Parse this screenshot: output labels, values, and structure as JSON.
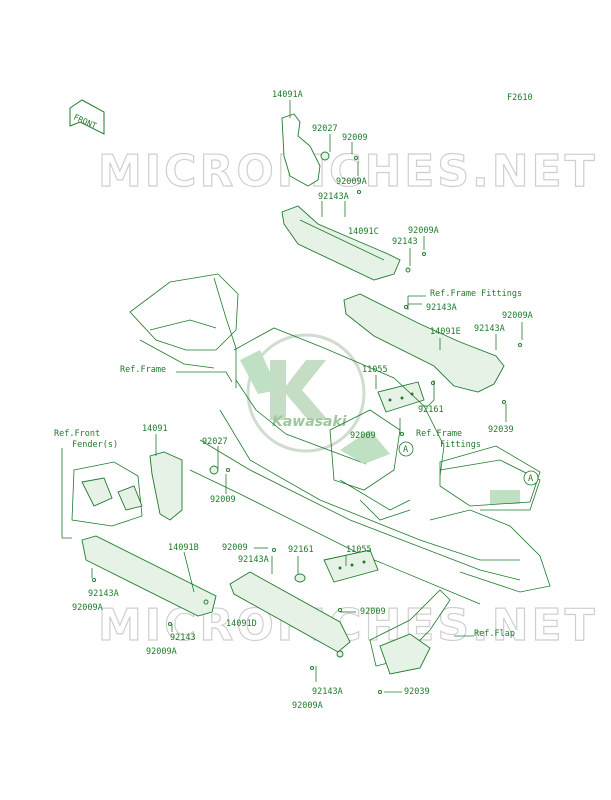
{
  "figure_code": "F2610",
  "front_label": "FRONT",
  "watermark": "MICROFICHES.NET",
  "brand": "Kawasaki",
  "callout_marker": "A",
  "labels": [
    {
      "id": "14091A",
      "text": "14091A"
    },
    {
      "id": "92027a",
      "text": "92027"
    },
    {
      "id": "92009a",
      "text": "92009"
    },
    {
      "id": "92009A-a",
      "text": "92009A"
    },
    {
      "id": "92143A-a",
      "text": "92143A"
    },
    {
      "id": "14091C",
      "text": "14091C"
    },
    {
      "id": "92009A-b",
      "text": "92009A"
    },
    {
      "id": "92143",
      "text": "92143"
    },
    {
      "id": "ref-frame-fittings-a",
      "text": "Ref.Frame Fittings"
    },
    {
      "id": "92143A-b",
      "text": "92143A"
    },
    {
      "id": "92009A-c",
      "text": "92009A"
    },
    {
      "id": "14091E",
      "text": "14091E"
    },
    {
      "id": "92143A-c",
      "text": "92143A"
    },
    {
      "id": "ref-frame",
      "text": "Ref.Frame"
    },
    {
      "id": "11055a",
      "text": "11055"
    },
    {
      "id": "92161a",
      "text": "92161"
    },
    {
      "id": "92039a",
      "text": "92039"
    },
    {
      "id": "92009b",
      "text": "92009"
    },
    {
      "id": "ref-frame-fittings-b1",
      "text": "Ref.Frame"
    },
    {
      "id": "ref-frame-fittings-b2",
      "text": "Fittings"
    },
    {
      "id": "ref-front-fender-1",
      "text": "Ref.Front"
    },
    {
      "id": "ref-front-fender-2",
      "text": "Fender(s)"
    },
    {
      "id": "14091",
      "text": "14091"
    },
    {
      "id": "92027b",
      "text": "92027"
    },
    {
      "id": "92009c",
      "text": "92009"
    },
    {
      "id": "14091B",
      "text": "14091B"
    },
    {
      "id": "92009d",
      "text": "92009"
    },
    {
      "id": "92143A-d",
      "text": "92143A"
    },
    {
      "id": "92161b",
      "text": "92161"
    },
    {
      "id": "11055b",
      "text": "11055"
    },
    {
      "id": "92143A-e",
      "text": "92143A"
    },
    {
      "id": "92009A-d",
      "text": "92009A"
    },
    {
      "id": "92009e",
      "text": "92009"
    },
    {
      "id": "14091D",
      "text": "14091D"
    },
    {
      "id": "92143b",
      "text": "92143"
    },
    {
      "id": "92009A-e",
      "text": "92009A"
    },
    {
      "id": "ref-flap",
      "text": "Ref.Flap"
    },
    {
      "id": "92143A-f",
      "text": "92143A"
    },
    {
      "id": "92039b",
      "text": "92039"
    },
    {
      "id": "92009A-f",
      "text": "92009A"
    }
  ]
}
